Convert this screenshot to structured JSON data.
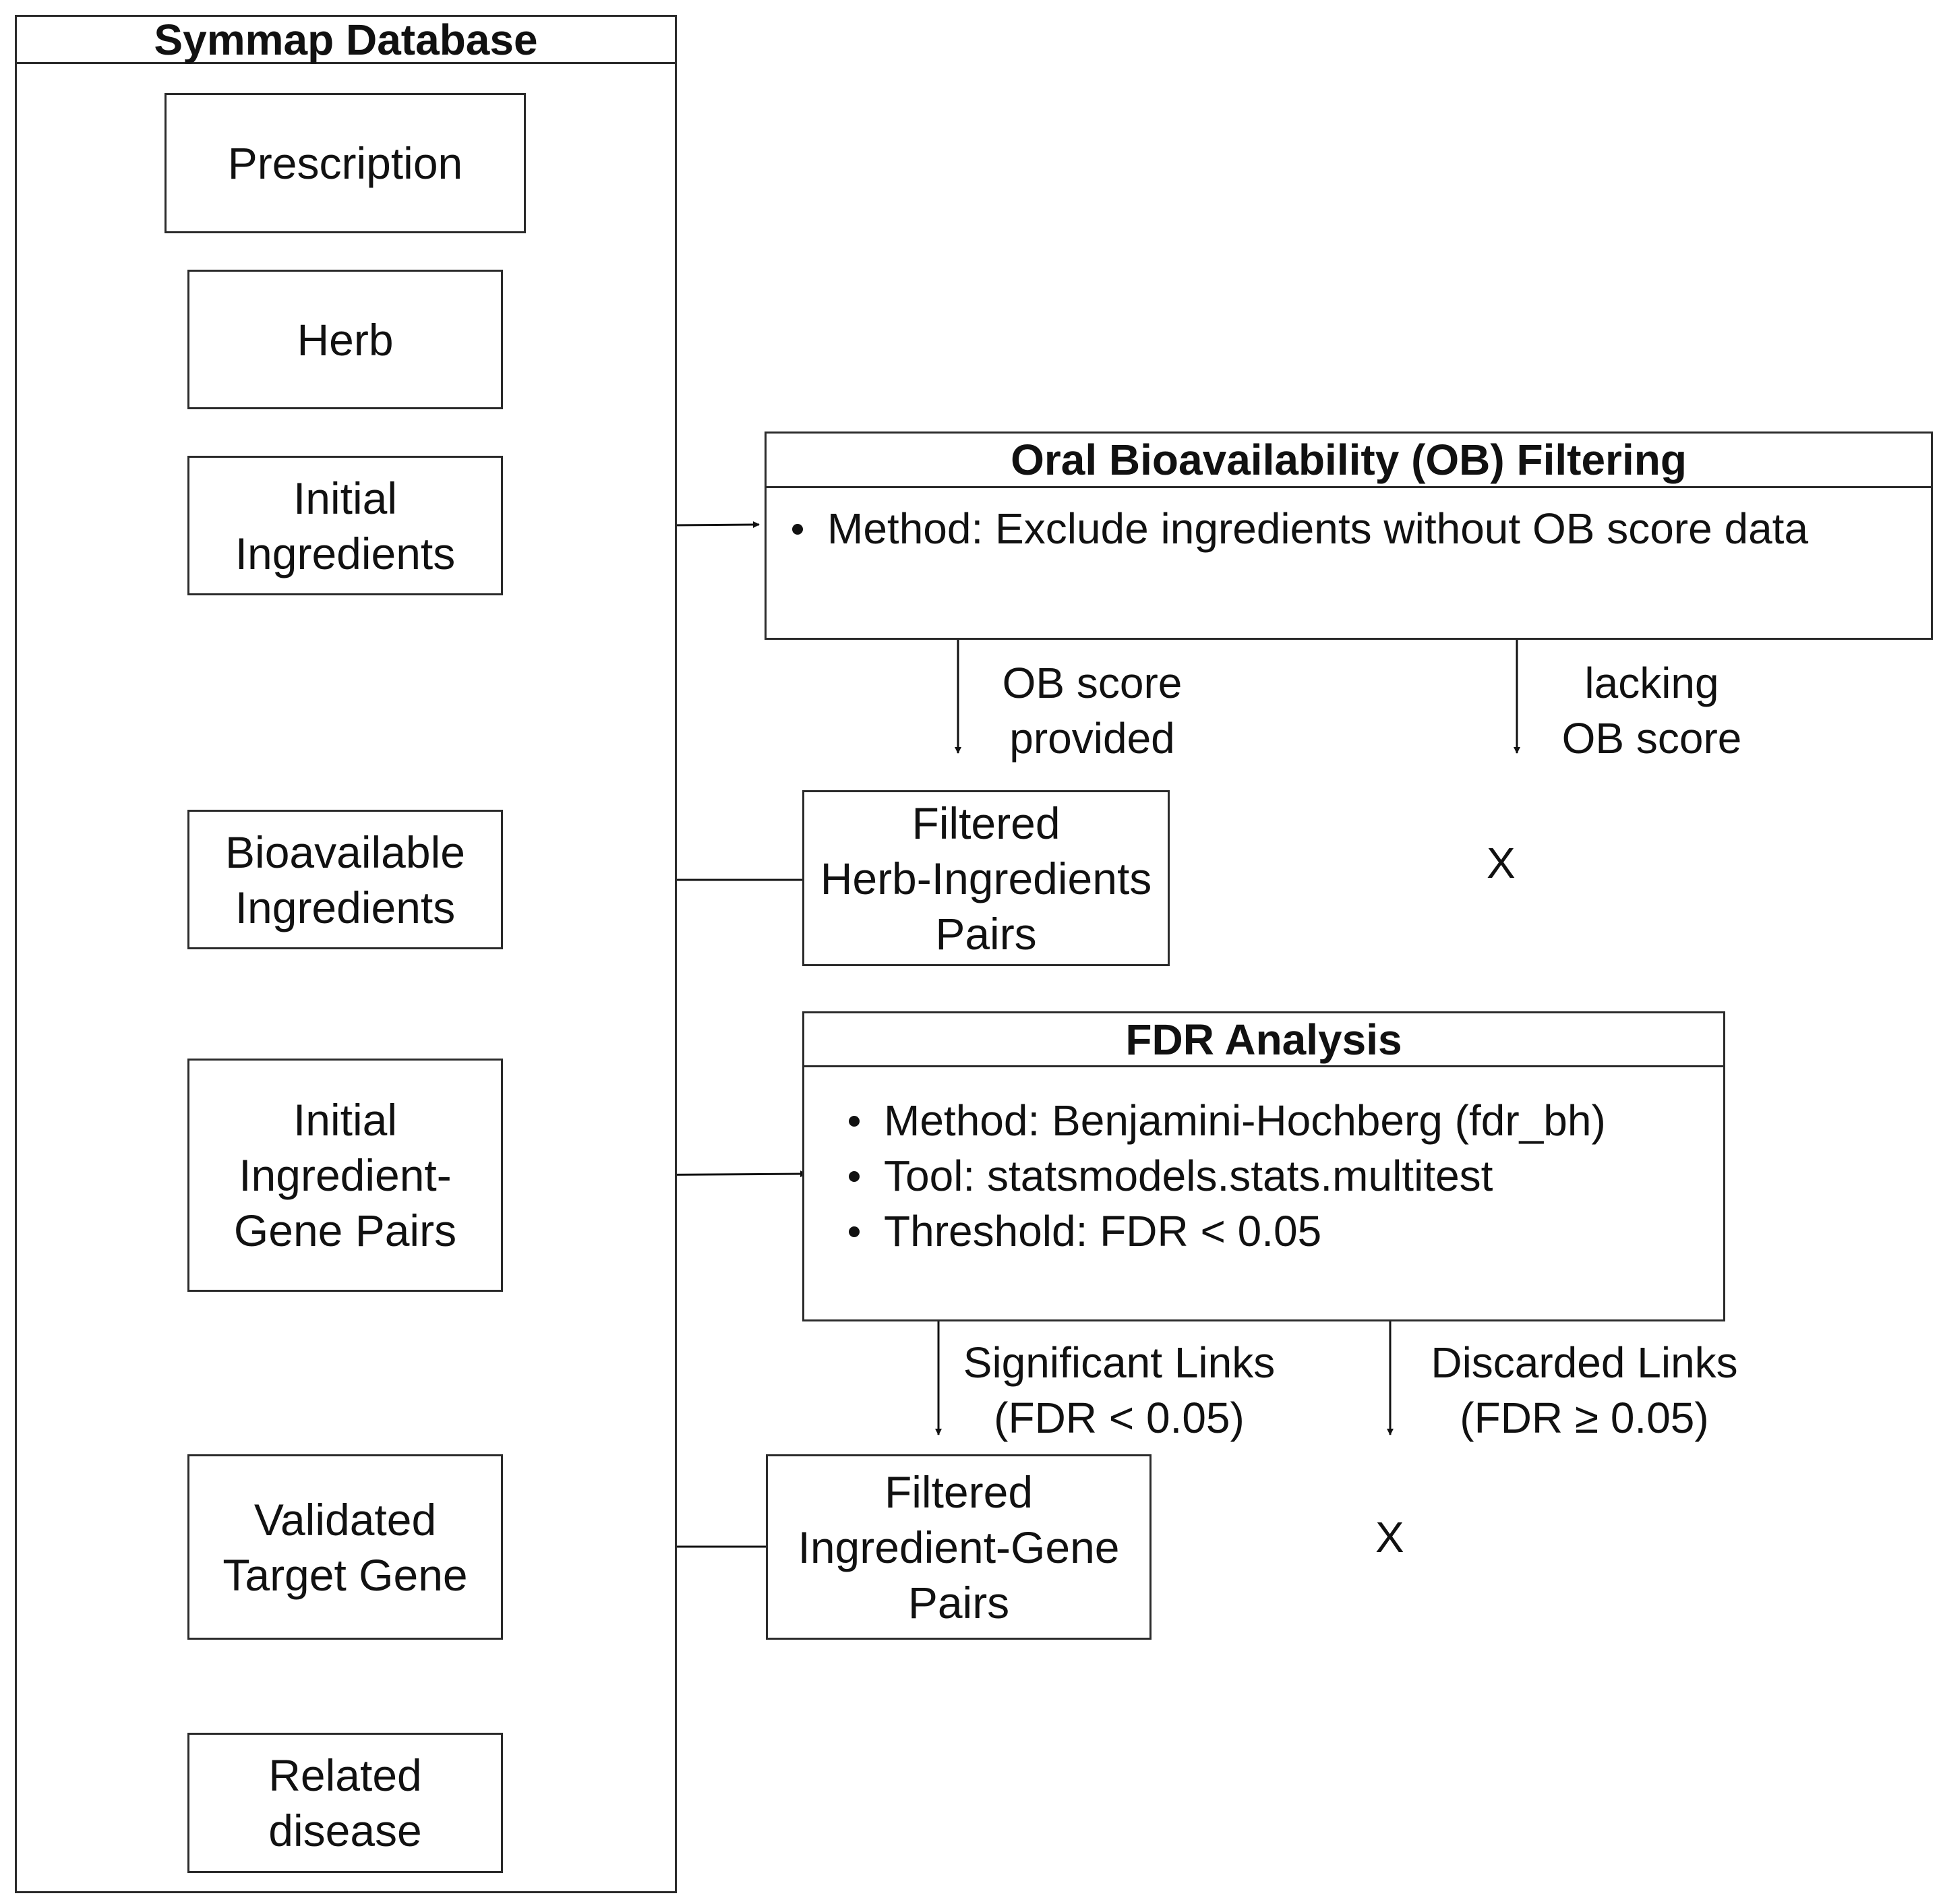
{
  "database": {
    "title": "Symmap Database",
    "nodes": {
      "prescription": "Prescription",
      "herb": "Herb",
      "initial_ingredients": "Initial\nIngredients",
      "bioavailable_ingredients": "Bioavailable\nIngredients",
      "initial_pairs": "Initial\nIngredient-\nGene Pairs",
      "validated_target_gene": "Validated\nTarget Gene",
      "related_disease": "Related\ndisease"
    }
  },
  "ob_filtering": {
    "title": "Oral Bioavailability (OB) Filtering",
    "bullets": [
      "Method: Exclude ingredients without OB score data"
    ],
    "kept_label": "OB score\nprovided",
    "dropped_label": "lacking\nOB score",
    "result": "Filtered\nHerb-Ingredients\nPairs",
    "dropped_mark": "X"
  },
  "fdr_analysis": {
    "title": "FDR Analysis",
    "bullets": [
      "Method: Benjamini-Hochberg (fdr_bh)",
      "Tool: statsmodels.stats.multitest",
      "Threshold: FDR < 0.05"
    ],
    "kept_label": "Significant Links\n(FDR < 0.05)",
    "dropped_label": "Discarded Links\n(FDR ≥ 0.05)",
    "result": "Filtered\nIngredient-Gene\nPairs",
    "dropped_mark": "X"
  }
}
